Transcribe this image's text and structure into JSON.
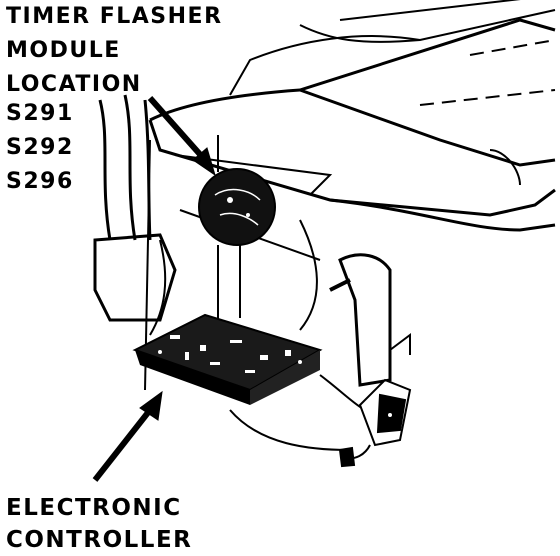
{
  "labels": {
    "title": [
      "TIMER FLASHER",
      "MODULE",
      "LOCATION"
    ],
    "codes": [
      "S291",
      "S292",
      "S296"
    ],
    "controller": [
      "ELECTRONIC",
      "CONTROLLER"
    ]
  },
  "colors": {
    "ink": "#000000",
    "paper": "#ffffff"
  }
}
